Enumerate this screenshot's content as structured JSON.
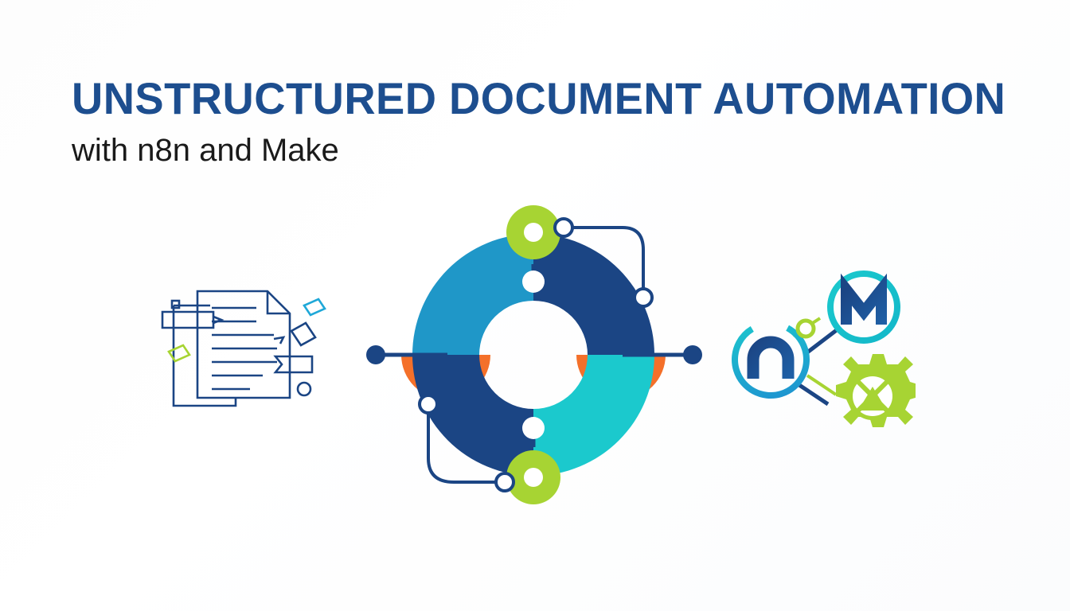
{
  "slide": {
    "title": "UNSTRUCTURED DOCUMENT AUTOMATION",
    "subtitle": "with n8n and Make",
    "background_color": "#ffffff"
  },
  "palette": {
    "navy": "#1b4584",
    "title_blue": "#1d4e8f",
    "light_blue": "#1f97c8",
    "cyan": "#1bc9cd",
    "orange": "#f4702a",
    "green": "#a7d433",
    "white": "#ffffff",
    "text_black": "#1a1a1a"
  },
  "graphics": {
    "document_icon": {
      "name": "unstructured-document",
      "description": "Two stacked document pages with folded corner, text lines and scattered accent shapes",
      "stroke_color": "#1b4584",
      "accent_shapes": [
        "light-blue-parallelogram",
        "green-parallelogram",
        "small-square",
        "small-circle"
      ]
    },
    "process_wheel": {
      "name": "automation-process-wheel",
      "description": "Four quadrant donut with orange side lobes, green ring nodes and curved connector paths",
      "segments": [
        {
          "label": "top-left",
          "color": "#1f97c8"
        },
        {
          "label": "top-right",
          "color": "#1b4584"
        },
        {
          "label": "bottom-right",
          "color": "#1bc9cd"
        },
        {
          "label": "bottom-left",
          "color": "#1b4584"
        }
      ],
      "lobes": [
        {
          "label": "left-lobe",
          "color": "#f4702a"
        },
        {
          "label": "right-lobe",
          "color": "#f4702a"
        }
      ],
      "nodes": [
        {
          "label": "top-green-ring",
          "color": "#a7d433"
        },
        {
          "label": "bottom-green-ring",
          "color": "#a7d433"
        },
        {
          "label": "left-terminal-dot",
          "color": "#1b4584",
          "style": "filled"
        },
        {
          "label": "right-terminal-dot",
          "color": "#1b4584",
          "style": "filled"
        },
        {
          "label": "top-right-connector-start",
          "color": "#1b4584",
          "style": "hollow"
        },
        {
          "label": "top-right-connector-end",
          "color": "#1b4584",
          "style": "hollow"
        },
        {
          "label": "bottom-left-connector-start",
          "color": "#1b4584",
          "style": "hollow"
        },
        {
          "label": "bottom-left-connector-end",
          "color": "#1b4584",
          "style": "hollow"
        }
      ]
    },
    "tools_icon": {
      "name": "automation-tools-cluster",
      "description": "n8n logo circle linked to Make logo circle and a green gear",
      "items": [
        {
          "name": "n8n-logo",
          "glyph": "n",
          "ring_color": "#1fa8d8",
          "glyph_color": "#1b4584",
          "accent_dot_color": "#a7d433"
        },
        {
          "name": "make-logo",
          "glyph": "M",
          "ring_color": "#1bc9cd",
          "glyph_color": "#1b4584"
        },
        {
          "name": "gear-icon",
          "color": "#a7d433"
        }
      ],
      "connector_colors": [
        "#1b4584",
        "#a7d433"
      ]
    }
  }
}
